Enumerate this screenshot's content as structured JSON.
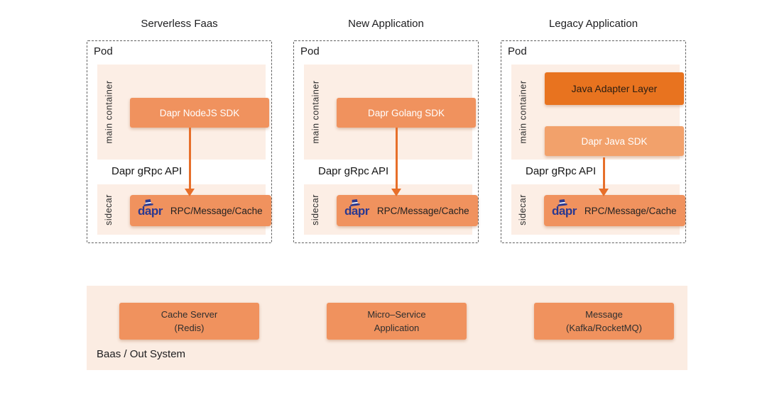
{
  "columns": [
    {
      "title": "Serverless Faas",
      "pod_label": "Pod",
      "main_container_label": "main container",
      "main_boxes": [
        {
          "label": "Dapr NodeJS SDK",
          "variant": "medium"
        }
      ],
      "api_label": "Dapr gRpc API",
      "sidecar_label": "sidecar",
      "logo_text": "dapr",
      "rpc_label": "RPC/Message/Cache"
    },
    {
      "title": "New Application",
      "pod_label": "Pod",
      "main_container_label": "main container",
      "main_boxes": [
        {
          "label": "Dapr Golang SDK",
          "variant": "medium"
        }
      ],
      "api_label": "Dapr gRpc API",
      "sidecar_label": "sidecar",
      "logo_text": "dapr",
      "rpc_label": "RPC/Message/Cache"
    },
    {
      "title": "Legacy Application",
      "pod_label": "Pod",
      "main_container_label": "main container",
      "main_boxes": [
        {
          "label": "Java Adapter Layer",
          "variant": "dark"
        },
        {
          "label": "Dapr Java SDK",
          "variant": "light"
        }
      ],
      "api_label": "Dapr gRpc API",
      "sidecar_label": "sidecar",
      "logo_text": "dapr",
      "rpc_label": "RPC/Message/Cache"
    }
  ],
  "baas": {
    "label": "Baas / Out System",
    "boxes": [
      {
        "line1": "Cache Server",
        "line2": "(Redis)"
      },
      {
        "line1": "Micro–Service",
        "line2": "Application"
      },
      {
        "line1": "Message",
        "line2": "(Kafka/RocketMQ)"
      }
    ]
  },
  "icons": {
    "dapr_hat": "top-hat-with-white-band",
    "arrow": "downward-arrow"
  },
  "colors": {
    "box_orange": "#F0925E",
    "box_orange_dark": "#E8731F",
    "box_orange_light": "#F2A16B",
    "panel_pink": "#FCEEE5",
    "baas_panel": "#FBECE2",
    "arrow": "#E76F2A",
    "dapr_navy": "#2B3990"
  }
}
